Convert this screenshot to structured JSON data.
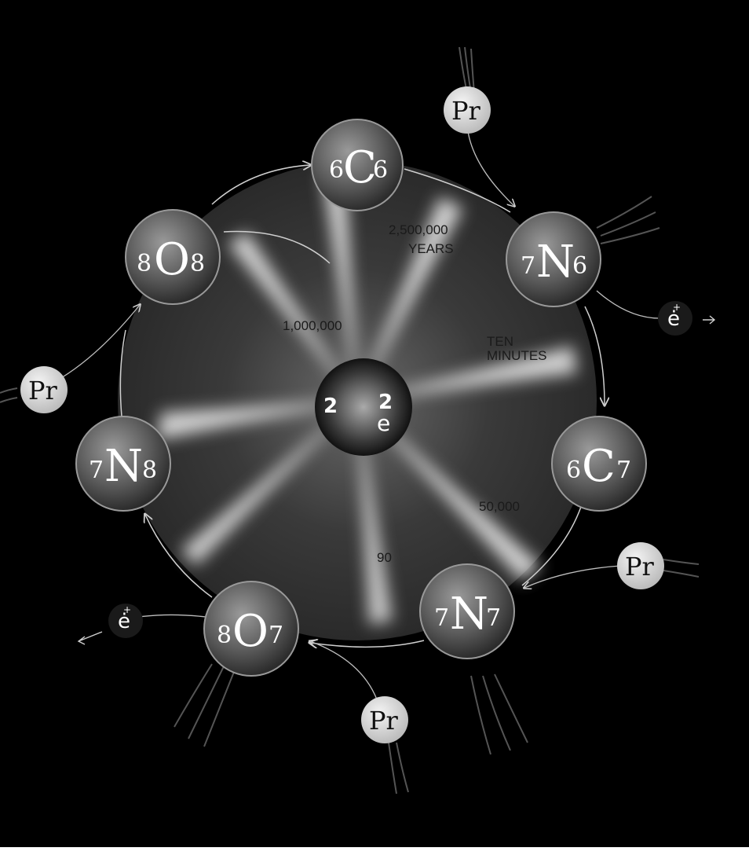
{
  "cycle": {
    "nuclei": [
      {
        "id": "c12",
        "pre": "6",
        "sym": "C",
        "post": "6"
      },
      {
        "id": "n13",
        "pre": "7",
        "sym": "N",
        "post": "6"
      },
      {
        "id": "c13",
        "pre": "6",
        "sym": "C",
        "post": "7"
      },
      {
        "id": "n14",
        "pre": "7",
        "sym": "N",
        "post": "7"
      },
      {
        "id": "o15",
        "pre": "8",
        "sym": "O",
        "post": "7"
      },
      {
        "id": "n15",
        "pre": "7",
        "sym": "N",
        "post": "8"
      },
      {
        "id": "o16",
        "pre": "8",
        "sym": "O",
        "post": "8"
      }
    ],
    "proton_label": "Pr",
    "positron_label": "ė",
    "positron_charge": "+",
    "center": {
      "left": "2",
      "right": "2",
      "mid": "e"
    },
    "time_labels": {
      "a_line1": "2,500,000",
      "a_line2": "YEARS",
      "b_line1": "TEN",
      "b_line2": "MINUTES",
      "c": "50,000",
      "d": "1,000,000",
      "e": "90"
    }
  },
  "colors": {
    "background": "#000000",
    "nucleus": "#7a7a7a",
    "proton": "#e6e6e6",
    "glow": "#ffffff"
  }
}
